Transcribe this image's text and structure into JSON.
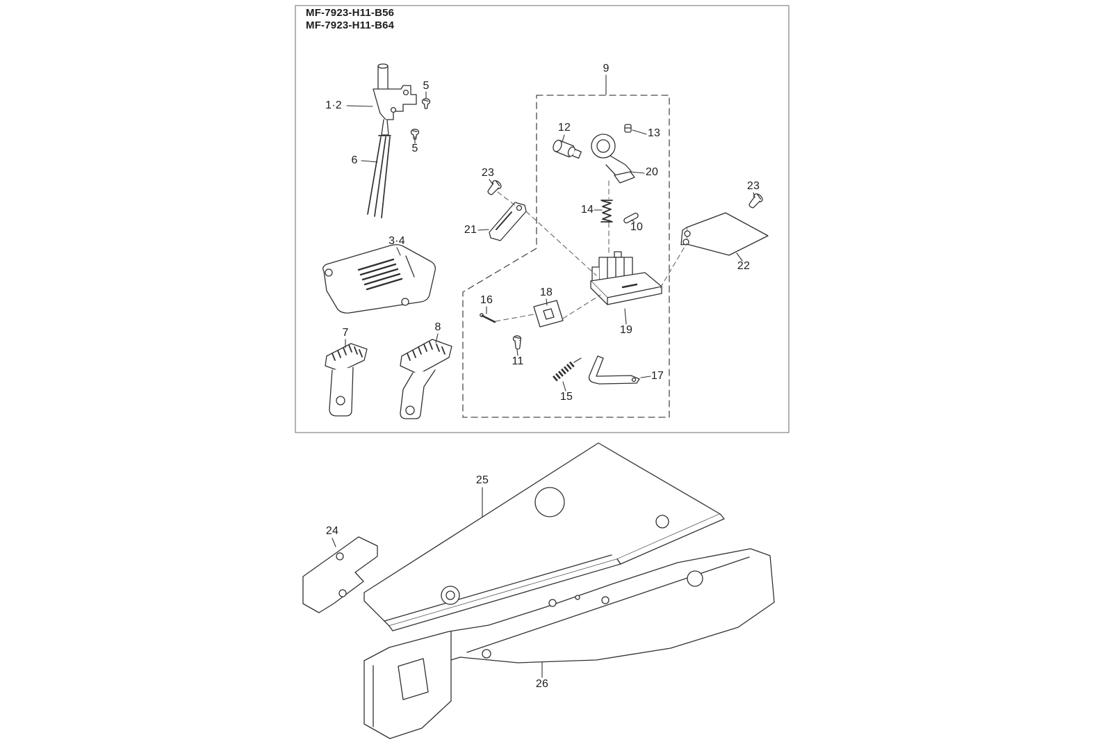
{
  "header": {
    "model_line1": "MF-7923-H11-B56",
    "model_line2": "MF-7923-H11-B64"
  },
  "parts": {
    "p1_2": "1·2",
    "p3_4": "3·4",
    "p5a": "5",
    "p5b": "5",
    "p6": "6",
    "p7": "7",
    "p8": "8",
    "p9": "9",
    "p10": "10",
    "p11": "11",
    "p12": "12",
    "p13": "13",
    "p14": "14",
    "p15": "15",
    "p16": "16",
    "p17": "17",
    "p18": "18",
    "p19": "19",
    "p20": "20",
    "p21": "21",
    "p22": "22",
    "p23a": "23",
    "p23b": "23",
    "p24": "24",
    "p25": "25",
    "p26": "26"
  }
}
